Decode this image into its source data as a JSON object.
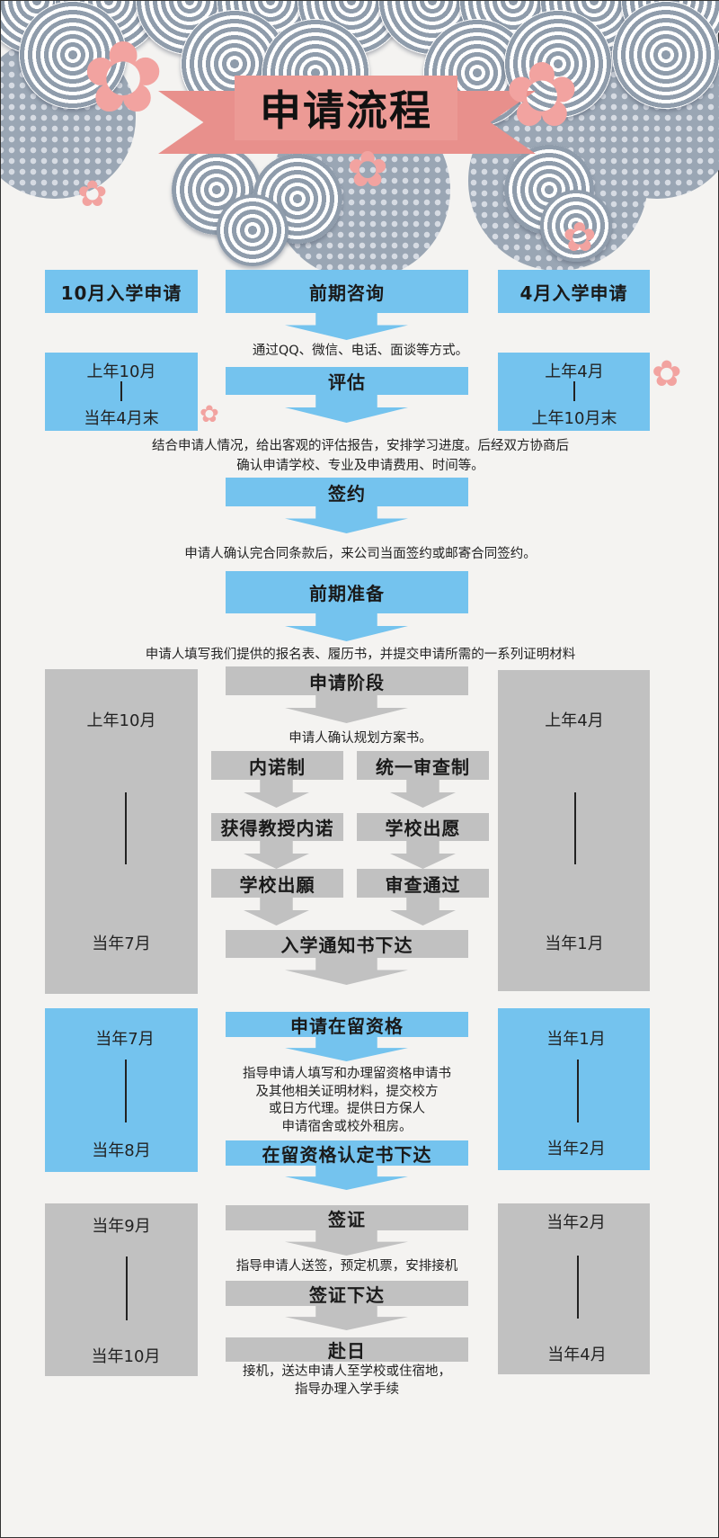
{
  "header": {
    "title": "申请流程"
  },
  "colors": {
    "blue": "#74c3ee",
    "gray": "#c1c1c1",
    "pink": "#ec9a95"
  },
  "columns": {
    "left_title": "10月入学申请",
    "right_title": "4月入学申请"
  },
  "steps": {
    "consult": "前期咨询",
    "consult_desc": "通过QQ、微信、电话、面谈等方式。",
    "evaluate": "评估",
    "evaluate_desc_1": "结合申请人情况，给出客观的评估报告，安排学习进度。后经双方协商后",
    "evaluate_desc_2": "确认申请学校、专业及申请费用、时间等。",
    "sign": "签约",
    "sign_desc": "申请人确认完合同条款后，来公司当面签约或邮寄合同签约。",
    "prepare": "前期准备",
    "prepare_desc": "申请人填写我们提供的报名表、履历书，并提交申请所需的一系列证明材料",
    "apply": "申请阶段",
    "apply_desc": "申请人确认规划方案书。",
    "branch_left": [
      "内诺制",
      "获得教授内诺",
      "学校出願"
    ],
    "branch_right": [
      "统一审查制",
      "学校出愿",
      "审查通过"
    ],
    "admission": "入学通知书下达",
    "residence": "申请在留资格",
    "residence_desc": [
      "指导申请人填写和办理留资格申请书",
      "及其他相关证明材料，提交校方",
      "或日方代理。提供日方保人",
      "申请宿舍或校外租房。"
    ],
    "residence_cert": "在留资格认定书下达",
    "visa": "签证",
    "visa_desc": "指导申请人送签，预定机票，安排接机",
    "visa_issued": "签证下达",
    "depart": "赴日",
    "depart_desc_1": "接机，送达申请人至学校或住宿地，",
    "depart_desc_2": "指导办理入学手续"
  },
  "timeline": {
    "left": [
      {
        "start": "上年10月",
        "end": "当年4月末"
      },
      {
        "start": "上年10月",
        "end": "当年7月"
      },
      {
        "start": "当年7月",
        "end": "当年8月"
      },
      {
        "start": "当年9月",
        "end": "当年10月"
      }
    ],
    "right": [
      {
        "start": "上年4月",
        "end": "上年10月末"
      },
      {
        "start": "上年4月",
        "end": "当年1月"
      },
      {
        "start": "当年1月",
        "end": "当年2月"
      },
      {
        "start": "当年2月",
        "end": "当年4月"
      }
    ]
  }
}
